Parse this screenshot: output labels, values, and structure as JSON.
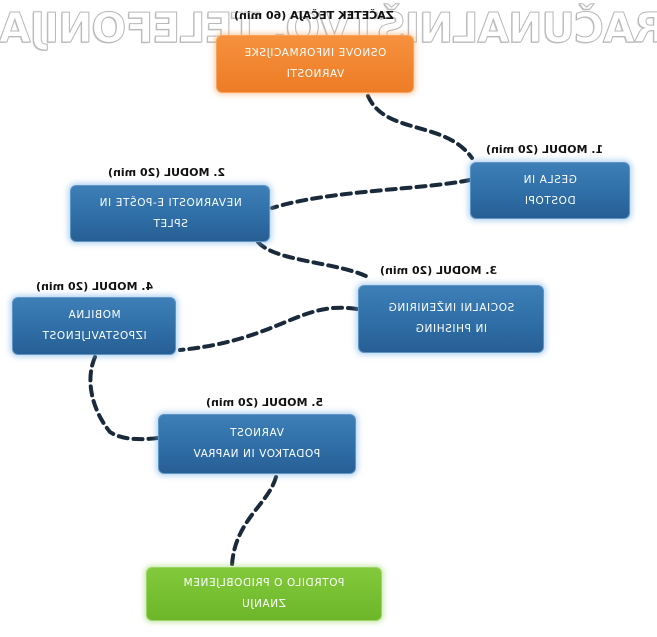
{
  "watermark": "RAČUNALNIŠTVO, TELEFONIJA",
  "colors": {
    "module_box": "#2f6ea7",
    "start_box": "#ee7c26",
    "end_box": "#6db62a",
    "connector": "#1a2a3a"
  },
  "nodes": {
    "start": {
      "caption": "ZAČETEK TEČAJA (60 min)",
      "line1": "OSNOVE INFORMACIJSKE",
      "line2": "VARNOSTI"
    },
    "module1": {
      "caption": "1. MODUL (20 min)",
      "line1": "GESLA IN",
      "line2": "DOSTOPI"
    },
    "module2": {
      "caption": "2. MODUL (20 min)",
      "line1": "NEVARNOSTI E-POŠTE IN",
      "line2": "SPLET"
    },
    "module3": {
      "caption": "3. MODUL (20 min)",
      "line1": "SOCIALNI INŽENIRING",
      "line2": "IN PHISHING"
    },
    "module4": {
      "caption": "4. MODUL (20 min)",
      "line1": "MOBILNA",
      "line2": "IZPOSTAVLJENOST"
    },
    "module5": {
      "caption": "5. MODUL (20 min)",
      "line1": "VARNOST",
      "line2": "PODATKOV IN NAPRAV"
    },
    "finish": {
      "line1": "POTRDILO O PRIDOBLJENEM",
      "line2": "ZNANJU"
    }
  }
}
